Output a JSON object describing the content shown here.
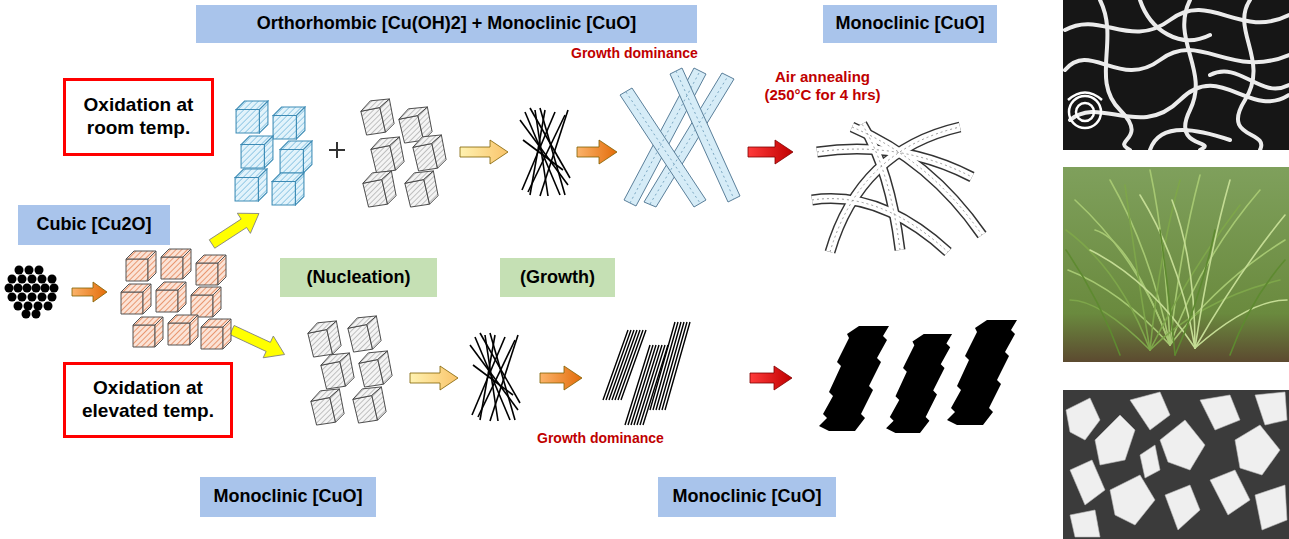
{
  "diagram": {
    "nodes": [
      {
        "text": [
          "Orthorhombic [Cu(OH)2] + Monoclinic [CuO]"
        ]
      },
      {
        "text": [
          "Monoclinic [CuO]"
        ]
      },
      {
        "text": [
          "Oxidation at room temp."
        ]
      },
      {
        "text": [
          "Cubic [Cu2O]"
        ]
      },
      {
        "text": [
          "(Nucleation)"
        ]
      },
      {
        "text": [
          "(Growth)"
        ]
      },
      {
        "text": [
          "Oxidation at elevated temp."
        ]
      },
      {
        "text": [
          "Monoclinic [CuO]"
        ]
      },
      {
        "text": [
          "Monoclinic [CuO]"
        ]
      }
    ],
    "labels": [
      "Growth dominance",
      "Air annealing (250°C for 4 hrs)",
      "Growth dominance"
    ]
  }
}
